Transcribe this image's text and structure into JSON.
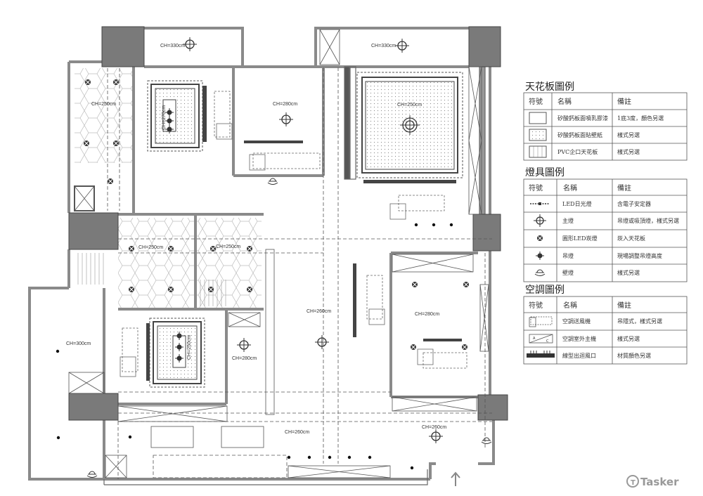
{
  "plan": {
    "ceiling_heights": {
      "top_left_bay": "CH=330cm",
      "top_right_bay": "CH=330cm",
      "bath_top_left": "CH=250cm",
      "dining_feature": "CH=270cm",
      "bedroom_top": "CH=280cm",
      "master_square": "CH=250cm",
      "bath_mid_left": "CH=250cm",
      "bath_mid_right": "CH=250cm",
      "living_center": "CH=260cm",
      "balcony": "CH=300cm",
      "feature_lower": "CH=250cm",
      "small_room": "CH=280cm",
      "bedroom_right": "CH=280cm",
      "bottom_center": "CH=260cm",
      "entry": "CH=260cm"
    }
  },
  "legend": {
    "ceiling": {
      "title": "天花板圖例",
      "headers": [
        "符號",
        "名稱",
        "備註"
      ],
      "rows": [
        {
          "symbol": "plain-panel",
          "name": "矽酸鈣板面噴乳膠漆",
          "note": "1底3度，顏色另選"
        },
        {
          "symbol": "dotted-panel",
          "name": "矽酸鈣板面貼壁紙",
          "note": "樣式另選"
        },
        {
          "symbol": "pvc-strip-panel",
          "name": "PVC企口天花板",
          "note": "樣式另選"
        }
      ]
    },
    "lighting": {
      "title": "燈具圖例",
      "headers": [
        "符號",
        "名稱",
        "備註"
      ],
      "rows": [
        {
          "symbol": "led-strip",
          "name": "LED日光燈",
          "note": "含電子安定器"
        },
        {
          "symbol": "main-light",
          "name": "主燈",
          "note": "吊燈或吸頂燈，樣式另選"
        },
        {
          "symbol": "round-led-downlight",
          "name": "圓形LED崁燈",
          "note": "崁入天花板"
        },
        {
          "symbol": "pendant-light",
          "name": "吊燈",
          "note": "現場調整吊燈高度"
        },
        {
          "symbol": "wall-light",
          "name": "壁燈",
          "note": "樣式另選"
        }
      ]
    },
    "ac": {
      "title": "空調圖例",
      "headers": [
        "符號",
        "名稱",
        "備註"
      ],
      "rows": [
        {
          "symbol": "ac-indoor-unit",
          "name": "空調送風機",
          "note": "吊隱式，樣式另選"
        },
        {
          "symbol": "ac-outdoor-unit",
          "name": "空調室外主機",
          "note": "樣式另選"
        },
        {
          "symbol": "linear-vent",
          "name": "線型出迴風口",
          "note": "材質顏色另選"
        }
      ],
      "ac_symbol_letters": [
        "A",
        "C"
      ]
    }
  },
  "watermark": "Tasker",
  "colors": {
    "wall": "#8a8a8a",
    "column": "#7a7a7a",
    "line": "#333333"
  }
}
